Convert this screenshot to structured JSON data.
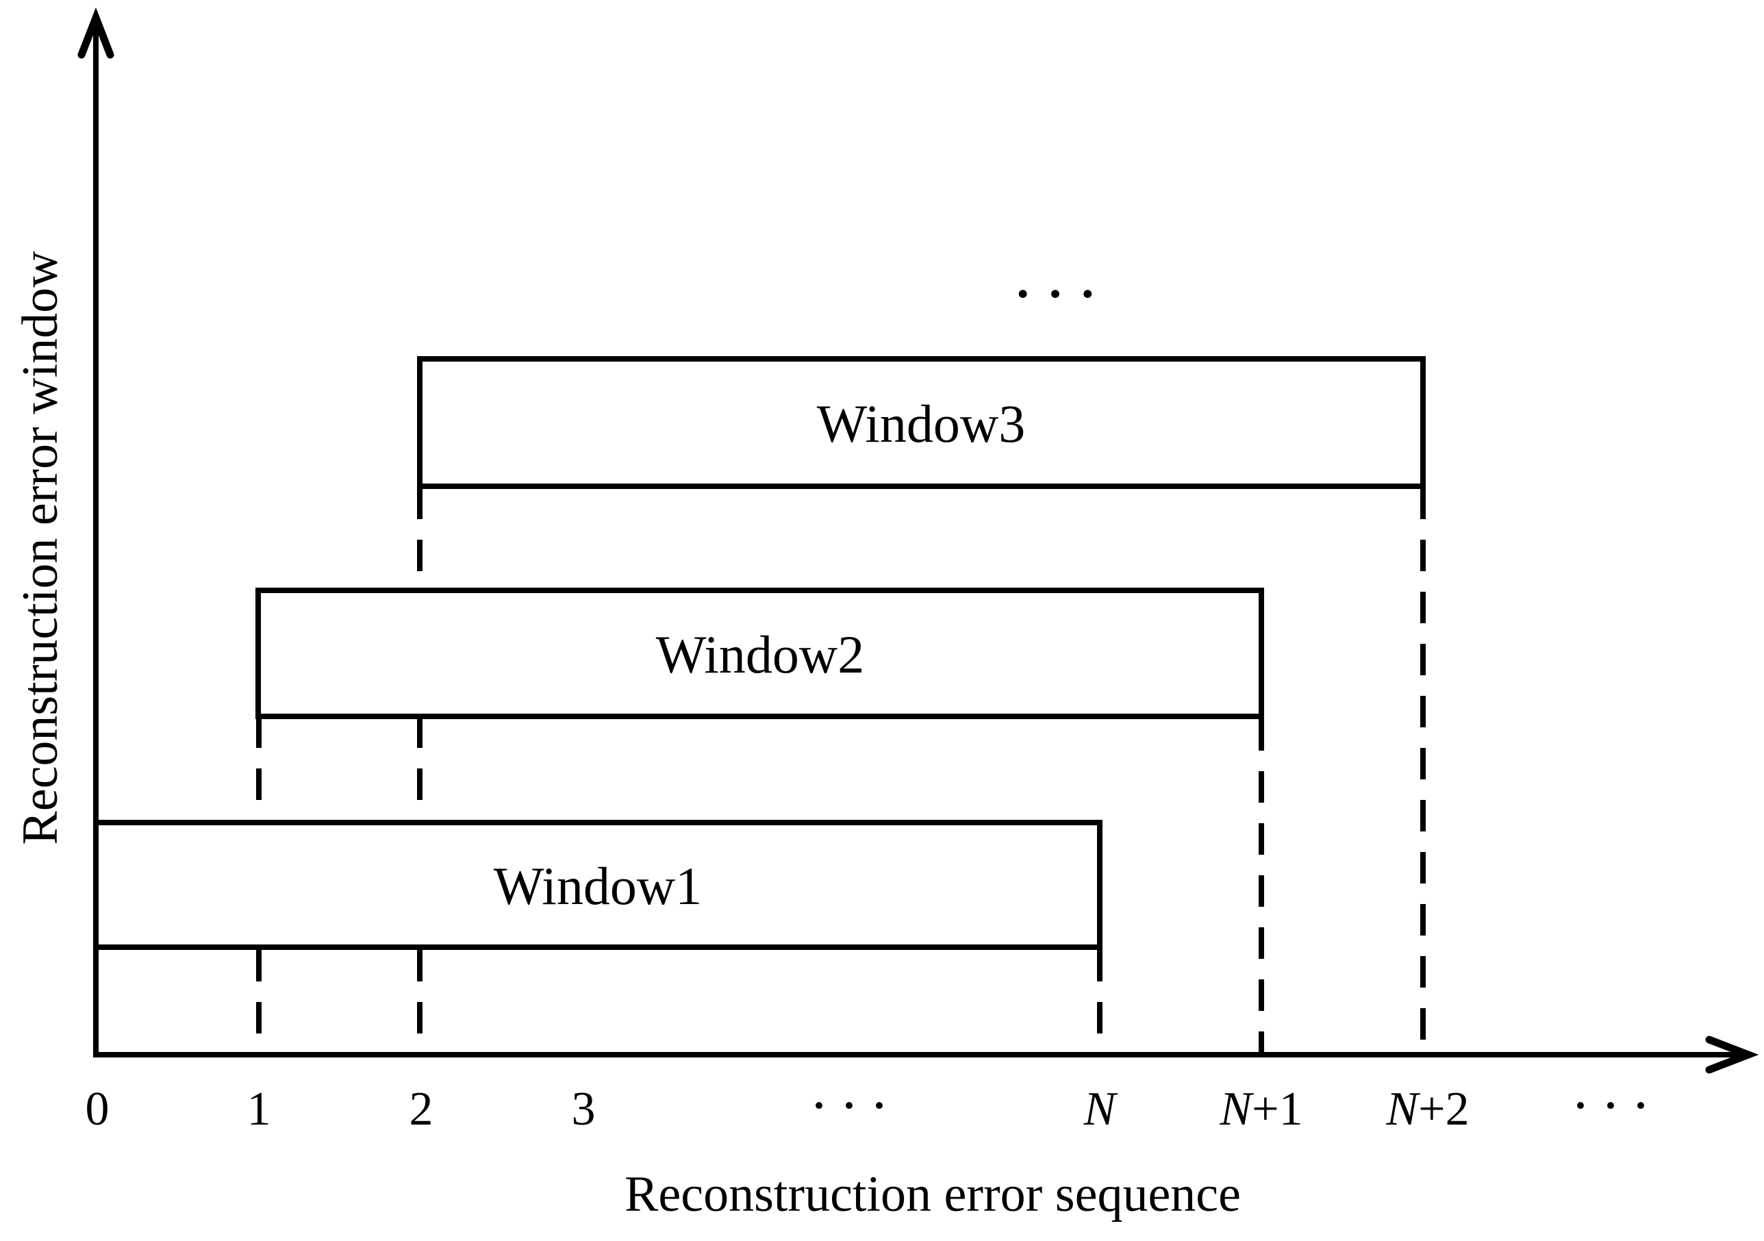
{
  "figure": {
    "y_axis": {
      "title": "Reconstruction error window"
    },
    "x_axis": {
      "title": "Reconstruction error sequence",
      "ticks": [
        {
          "italic": "",
          "text": "0"
        },
        {
          "italic": "",
          "text": "1"
        },
        {
          "italic": "",
          "text": "2"
        },
        {
          "italic": "",
          "text": "3"
        },
        {
          "italic": "",
          "text": "···"
        },
        {
          "italic": "N",
          "text": ""
        },
        {
          "italic": "N",
          "text": "+1"
        },
        {
          "italic": "N",
          "text": "+2"
        },
        {
          "italic": "",
          "text": "···"
        }
      ]
    },
    "windows": [
      {
        "label": "Window1",
        "from_tick": "0",
        "to_tick": "N"
      },
      {
        "label": "Window2",
        "from_tick": "1",
        "to_tick": "N+1"
      },
      {
        "label": "Window3",
        "from_tick": "2",
        "to_tick": "N+2"
      }
    ],
    "more_windows_ellipsis": "···",
    "colors": {
      "stroke": "#000000",
      "background": "#ffffff"
    }
  }
}
